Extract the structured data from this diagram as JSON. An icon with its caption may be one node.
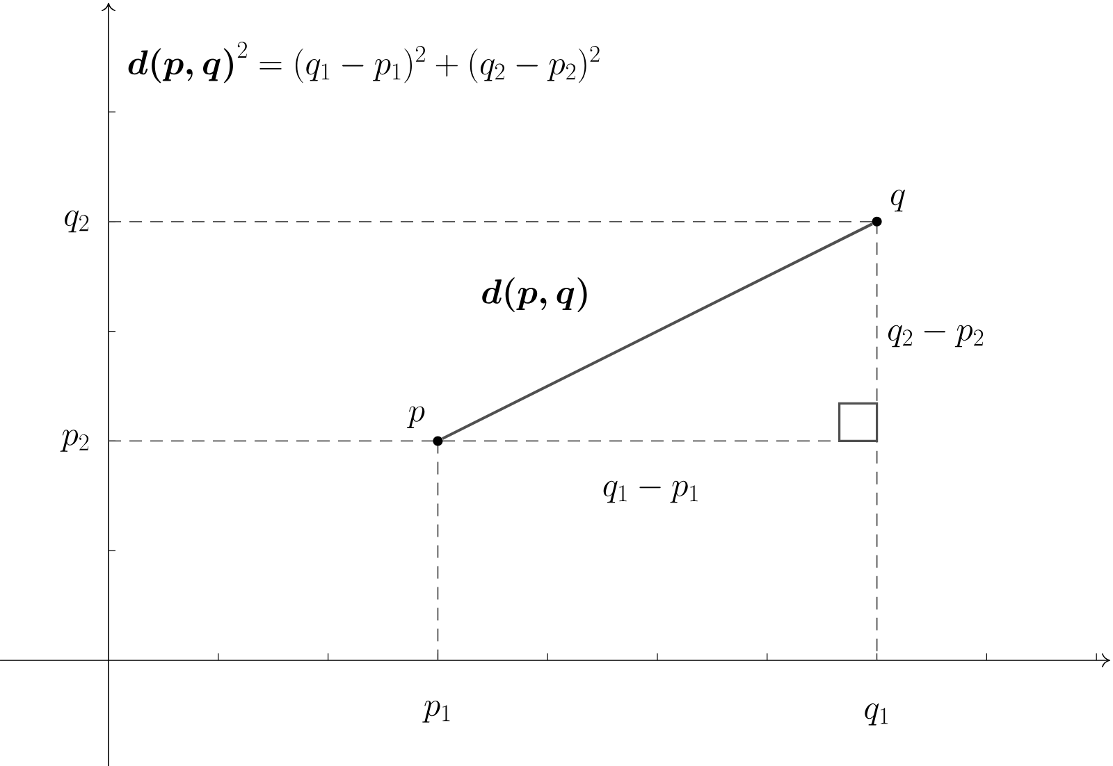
{
  "diagram": {
    "nodes": [
      {
        "text": [],
        "shape": "circle",
        "beside": [
          "p"
        ]
      },
      {
        "text": [],
        "shape": "circle",
        "beside": [
          "q"
        ]
      }
    ],
    "edges": [
      {
        "from": 0,
        "to": 1,
        "arrow": "none",
        "label": "\\boldsymbol{d(p,q)}"
      }
    ],
    "labels": [
      "\\boldsymbol{d(p,q)}^2=(q_1-p_1)^2+(q_2-p_2)^2",
      "q_2",
      "q_2-p_2",
      "p_2",
      "q_1-p_1",
      "p_1",
      "q_1"
    ]
  }
}
